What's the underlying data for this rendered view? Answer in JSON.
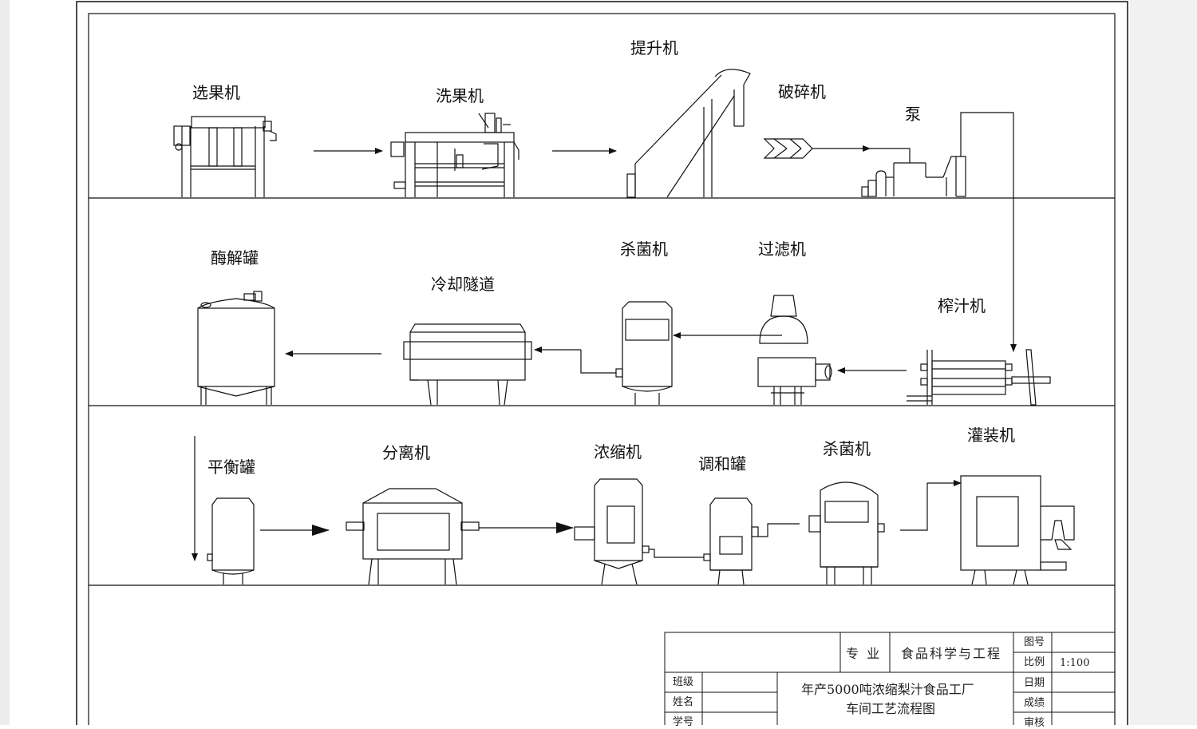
{
  "equipment": {
    "row1": {
      "fruit_sorter": "选果机",
      "fruit_washer": "洗果机",
      "elevator": "提升机",
      "crusher": "破碎机",
      "pump": "泵"
    },
    "row2": {
      "enzymolysis_tank": "酶解罐",
      "cooling_tunnel": "冷却隧道",
      "sterilizer": "杀菌机",
      "filter": "过滤机",
      "juice_press": "榨汁机"
    },
    "row3": {
      "balance_tank": "平衡罐",
      "separator": "分离机",
      "concentrator": "浓缩机",
      "blending_tank": "调和罐",
      "sterilizer": "杀菌机",
      "filling_machine": "灌装机"
    }
  },
  "title_block": {
    "major_label": "专  业",
    "major_value": "食品科学与工程",
    "drawing_no_label": "图号",
    "scale_label": "比例",
    "scale_value": "1:100",
    "date_label": "日期",
    "grade_label": "成绩",
    "review_label": "审核",
    "class_label": "班级",
    "name_label": "姓名",
    "student_id_label": "学号",
    "title_line1": "年产5000吨浓缩梨汁食品工厂",
    "title_line2": "车间工艺流程图"
  },
  "colors": {
    "line": "#111111",
    "paper": "#ffffff",
    "margin": "#ececec"
  }
}
